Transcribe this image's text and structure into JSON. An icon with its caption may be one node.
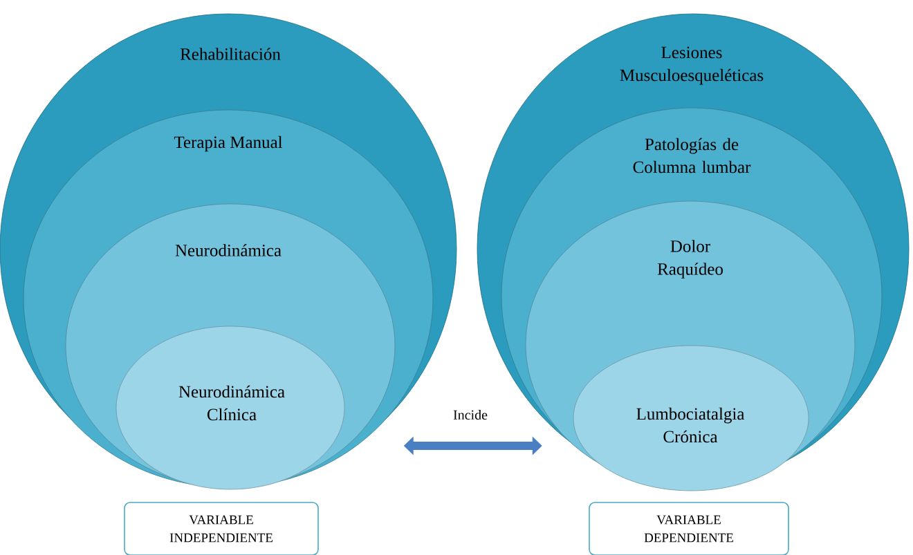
{
  "diagram": {
    "nodes": [
      {
        "text": [
          "Rehabilitación"
        ]
      },
      {
        "text": [
          "Terapia Manual"
        ],
        "in": 0
      },
      {
        "text": [
          "Neurodinámica"
        ],
        "in": 1
      },
      {
        "text": [
          "Neurodinámica Clínica"
        ],
        "in": 2
      },
      {
        "text": [
          "Lesiones Musculoesqueléticas"
        ]
      },
      {
        "text": [
          "Patologías de Columna lumbar"
        ],
        "in": 4
      },
      {
        "text": [
          "Dolor Raquídeo"
        ],
        "in": 5
      },
      {
        "text": [
          "Lumbociatalgia Crónica"
        ],
        "in": 6
      },
      {
        "text": [
          "VARIABLE INDEPENDIENTE"
        ]
      },
      {
        "text": [
          "VARIABLE DEPENDIENTE"
        ]
      }
    ],
    "edges": [
      {
        "from": 0,
        "to": 4,
        "arrow": "both",
        "label": "Incide"
      }
    ]
  }
}
